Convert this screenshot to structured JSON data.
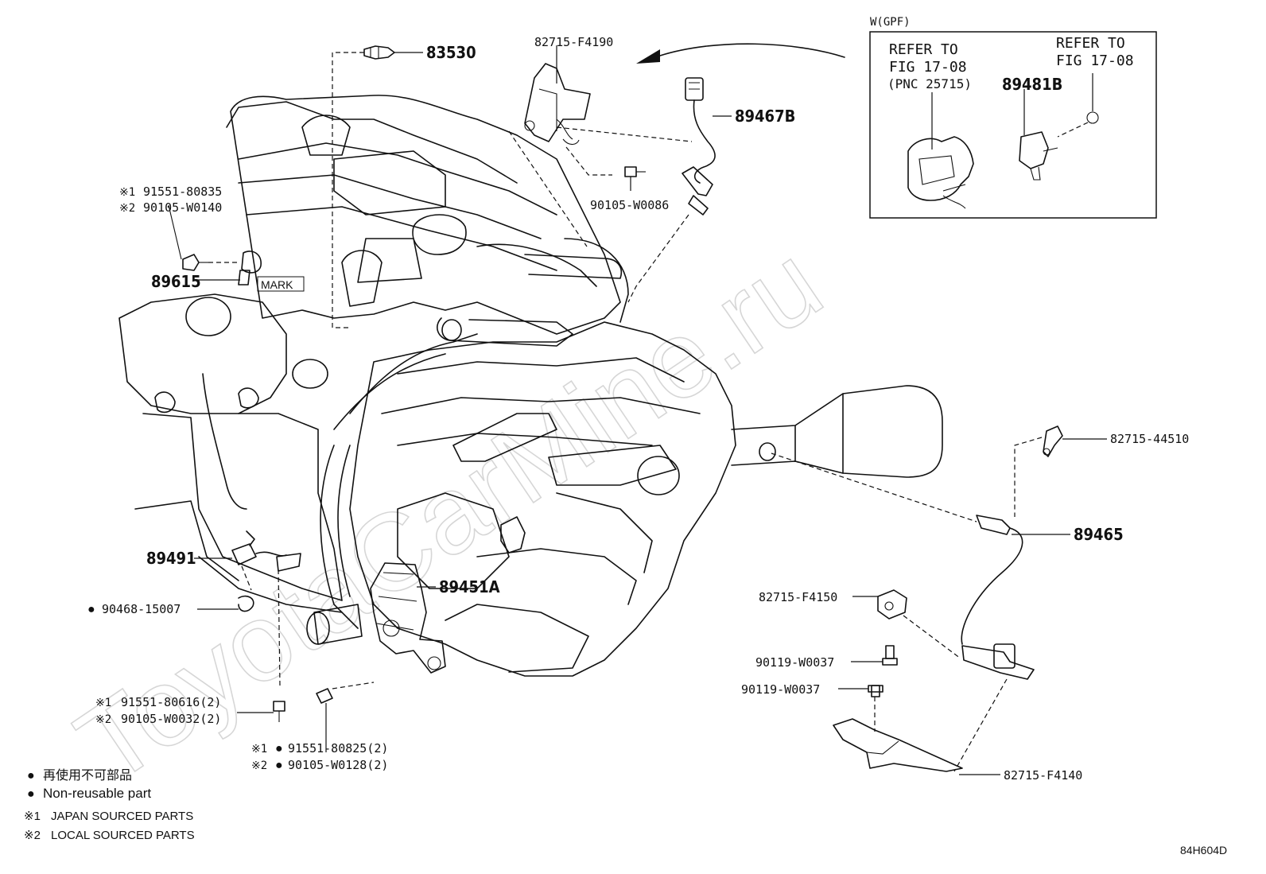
{
  "watermark": "ToyotaCarMine.ru",
  "figure_code": "84H604D",
  "inset": {
    "title": "W(GPF)",
    "refer_left": [
      "REFER TO",
      "FIG 17-08",
      "(PNC 25715)"
    ],
    "refer_right": [
      "REFER TO",
      "FIG 17-08"
    ],
    "part": "89481B"
  },
  "callouts": {
    "p83530": "83530",
    "p82715_F4190": "82715-F4190",
    "p89467B": "89467B",
    "p90105_W0086": "90105-W0086",
    "p91551_80835": "91551-80835",
    "p90105_W0140": "90105-W0140",
    "p89615": "89615",
    "mark": "MARK",
    "p82715_44510": "82715-44510",
    "p89465": "89465",
    "p89491": "89491",
    "p90468_15007": "90468-15007",
    "p89451A": "89451A",
    "p82715_F4150": "82715-F4150",
    "p90119_W0037_a": "90119-W0037",
    "p90119_W0037_b": "90119-W0037",
    "p91551_80616": "91551-80616(2)",
    "p90105_W0032": "90105-W0032(2)",
    "p91551_80825": "91551-80825(2)",
    "p90105_W0128": "90105-W0128(2)",
    "p82715_F4140": "82715-F4140"
  },
  "markers": {
    "kome1": "※1",
    "kome2": "※2",
    "dot": "●"
  },
  "legend": {
    "non_reusable_jp": "再使用不可部品",
    "non_reusable_en": "Non-reusable part",
    "japan_sourced": "JAPAN SOURCED PARTS",
    "local_sourced": "LOCAL SOURCED PARTS"
  }
}
